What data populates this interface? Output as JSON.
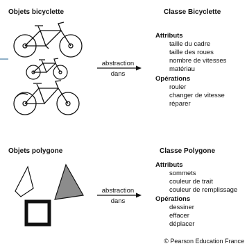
{
  "top": {
    "left_title": "Objets bicyclette",
    "right_title": "Classe Bicyclette",
    "arrow_top": "abstraction",
    "arrow_bottom": "dans",
    "attributes_label": "Attributs",
    "attributes": [
      "taille du cadre",
      "taille des roues",
      "nombre de vitesses",
      "matériau"
    ],
    "operations_label": "Opérations",
    "operations": [
      "rouler",
      "changer de vitesse",
      "réparer"
    ]
  },
  "bottom": {
    "left_title": "Objets polygone",
    "right_title": "Classe Polygone",
    "arrow_top": "abstraction",
    "arrow_bottom": "dans",
    "attributes_label": "Attributs",
    "attributes": [
      "sommets",
      "couleur de trait",
      "couleur de remplissage"
    ],
    "operations_label": "Opérations",
    "operations": [
      "dessiner",
      "effacer",
      "déplacer"
    ]
  },
  "copyright": "© Pearson Education France",
  "colors": {
    "triangle_fill": "#8c8c8c",
    "stroke": "#111111",
    "accent_bar": "#8fb0c8"
  }
}
